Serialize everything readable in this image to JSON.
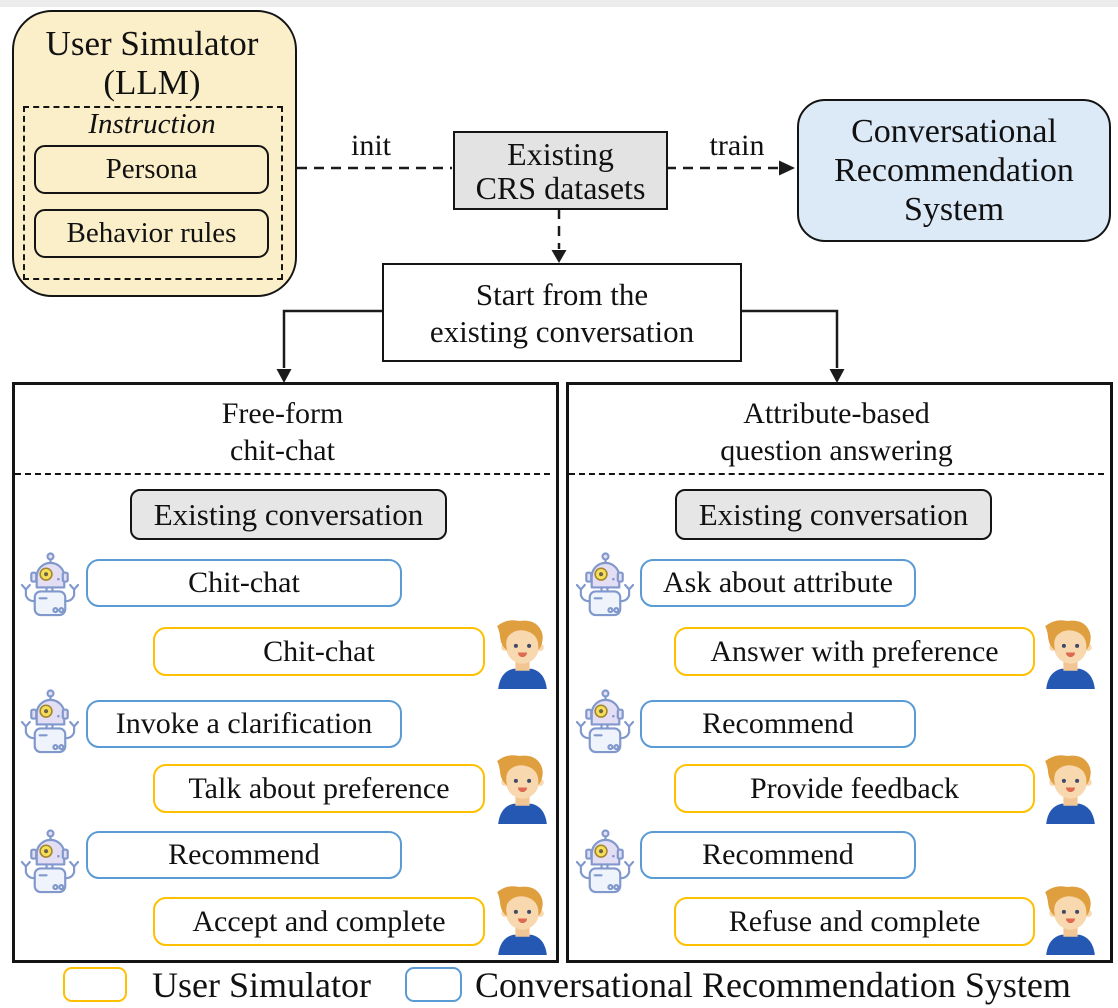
{
  "figure": {
    "user_simulator": {
      "title1": "User Simulator",
      "title2": "(LLM)",
      "instruction": "Instruction",
      "persona": "Persona",
      "behavior_rules": "Behavior rules"
    },
    "datasets": {
      "line1": "Existing",
      "line2": "CRS datasets"
    },
    "crs_system": {
      "line1": "Conversational",
      "line2": "Recommendation",
      "line3": "System"
    },
    "edges": {
      "init": "init",
      "train": "train"
    },
    "start": {
      "line1": "Start from the",
      "line2": "existing conversation"
    }
  },
  "panels": [
    {
      "title1": "Free-form",
      "title2": "chit-chat",
      "existing": "Existing conversation",
      "rows": [
        {
          "actor": "crs",
          "label": "Chit-chat"
        },
        {
          "actor": "user",
          "label": "Chit-chat"
        },
        {
          "actor": "crs",
          "label": "Invoke a clarification"
        },
        {
          "actor": "user",
          "label": "Talk about preference"
        },
        {
          "actor": "crs",
          "label": "Recommend"
        },
        {
          "actor": "user",
          "label": "Accept and complete"
        }
      ]
    },
    {
      "title1": "Attribute-based",
      "title2": "question answering",
      "existing": "Existing conversation",
      "rows": [
        {
          "actor": "crs",
          "label": "Ask about attribute"
        },
        {
          "actor": "user",
          "label": "Answer with preference"
        },
        {
          "actor": "crs",
          "label": "Recommend"
        },
        {
          "actor": "user",
          "label": "Provide feedback"
        },
        {
          "actor": "crs",
          "label": "Recommend"
        },
        {
          "actor": "user",
          "label": "Refuse and complete"
        }
      ]
    }
  ],
  "legend": {
    "user_simulator": "User Simulator",
    "crs": "Conversational Recommendation System"
  },
  "icons": {
    "robot": "crs-robot-icon",
    "person": "user-avatar-icon"
  },
  "colors": {
    "user_simulator_fill": "#FBEFC9",
    "crs_system_fill": "#DCE9F6",
    "dataset_fill": "#E3E3E3",
    "existing_conversation_fill": "#E7E6E6",
    "user_simulator_border": "#FFC000",
    "crs_border": "#5B9BD5"
  }
}
